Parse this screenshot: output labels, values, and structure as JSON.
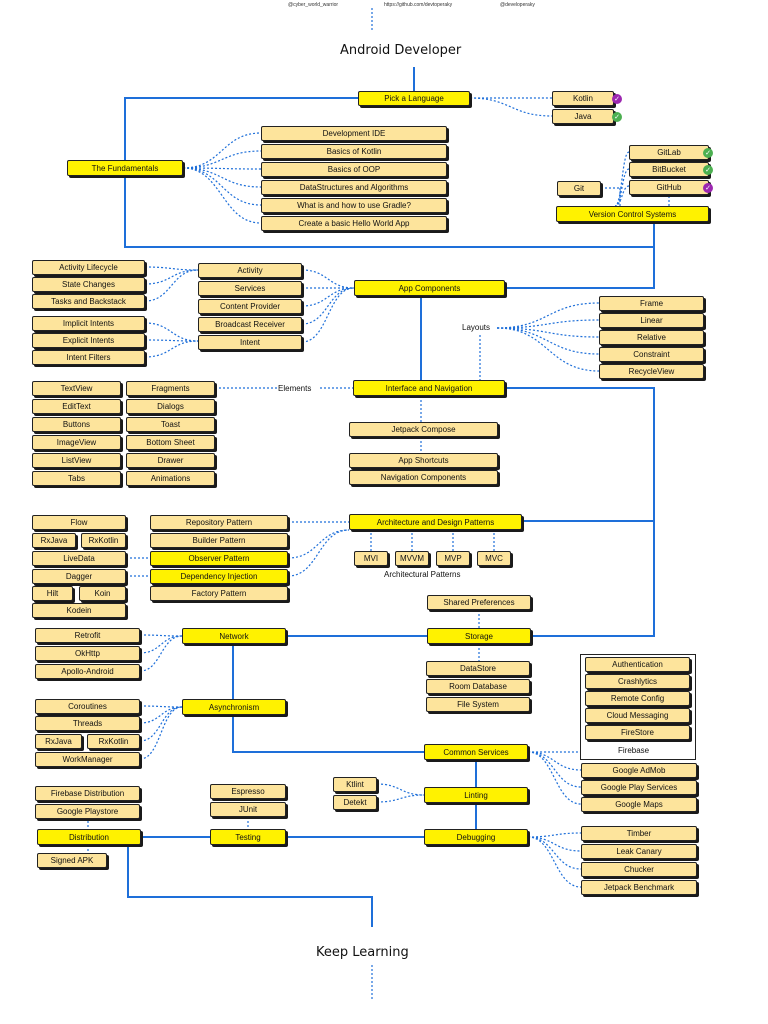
{
  "header": {
    "twitter": "@cyber_world_warrior",
    "github": "https://github.com/devtoperaky",
    "handle": "@developeraky"
  },
  "title": "Android Developer",
  "footer": "Keep Learning",
  "colors": {
    "main_node": "#fff200",
    "sub_node": "#fde49c",
    "connector": "#1e6fd9",
    "check_green": "#4caf50",
    "check_purple": "#9c27b0"
  },
  "language": {
    "main": "Pick a Language",
    "options": [
      {
        "label": "Kotlin",
        "badge": "purple"
      },
      {
        "label": "Java",
        "badge": "green"
      }
    ]
  },
  "fundamentals": {
    "main": "The Fundamentals",
    "items": [
      "Development IDE",
      "Basics of Kotlin",
      "Basics of OOP",
      "DataStructures and Algorithms",
      "What is and how to use Gradle?",
      "Create a basic Hello World App"
    ]
  },
  "vcs": {
    "main": "Version Control Systems",
    "git": "Git",
    "hosts": [
      {
        "label": "GitLab",
        "badge": "green"
      },
      {
        "label": "BitBucket",
        "badge": "green"
      },
      {
        "label": "GitHub",
        "badge": "purple"
      }
    ]
  },
  "app_components": {
    "main": "App Components",
    "components": [
      "Activity",
      "Services",
      "Content Provider",
      "Broadcast Receiver",
      "Intent"
    ],
    "activity_items": [
      "Activity Lifecycle",
      "State Changes",
      "Tasks and Backstack"
    ],
    "intent_items": [
      "Implicit Intents",
      "Explicit Intents",
      "Intent Filters"
    ]
  },
  "layouts": {
    "label": "Layouts",
    "items": [
      "Frame",
      "Linear",
      "Relative",
      "Constraint",
      "RecycleView"
    ]
  },
  "interface": {
    "main": "Interface and Navigation",
    "elements_label": "Elements",
    "elements_left": [
      "TextView",
      "EditText",
      "Buttons",
      "ImageView",
      "ListView",
      "Tabs"
    ],
    "elements_right": [
      "Fragments",
      "Dialogs",
      "Toast",
      "Bottom Sheet",
      "Drawer",
      "Animations"
    ],
    "extras": [
      "Jetpack Compose",
      "App Shortcuts",
      "Navigation Components"
    ]
  },
  "architecture": {
    "main": "Architecture and Design Patterns",
    "patterns": [
      "Repository Pattern",
      "Builder Pattern",
      "Observer Pattern",
      "Dependency Injection",
      "Factory Pattern"
    ],
    "arch_patterns": [
      "MVI",
      "MVVM",
      "MVP",
      "MVC"
    ],
    "arch_label": "Architectural Patterns",
    "reactive": {
      "flow": "Flow",
      "rxjava": "RxJava",
      "rxkotlin": "RxKotlin",
      "livedata": "LiveData"
    },
    "di": {
      "dagger": "Dagger",
      "hilt": "Hilt",
      "koin": "Koin",
      "kodein": "Kodein"
    }
  },
  "network": {
    "main": "Network",
    "items": [
      "Retrofit",
      "OkHttp",
      "Apollo-Android"
    ]
  },
  "storage": {
    "main": "Storage",
    "top": "Shared Preferences",
    "items": [
      "DataStore",
      "Room Database",
      "File System"
    ]
  },
  "async": {
    "main": "Asynchronism",
    "items": {
      "coroutines": "Coroutines",
      "threads": "Threads",
      "rxjava": "RxJava",
      "rxkotlin": "RxKotlin",
      "workmanager": "WorkManager"
    }
  },
  "firebase": {
    "label": "Firebase",
    "items": [
      "Authentication",
      "Crashlytics",
      "Remote Config",
      "Cloud Messaging",
      "FireStore"
    ]
  },
  "common": {
    "main": "Common Services",
    "items": [
      "Google AdMob",
      "Google Play Services",
      "Google Maps"
    ]
  },
  "linting": {
    "main": "Linting",
    "items": [
      "Ktlint",
      "Detekt"
    ]
  },
  "distribution": {
    "main": "Distribution",
    "items": [
      "Firebase Distribution",
      "Google Playstore"
    ],
    "bottom": "Signed APK"
  },
  "testing": {
    "main": "Testing",
    "items": [
      "Espresso",
      "JUnit"
    ]
  },
  "debugging": {
    "main": "Debugging",
    "items": [
      "Timber",
      "Leak Canary",
      "Chucker",
      "Jetpack Benchmark"
    ]
  }
}
